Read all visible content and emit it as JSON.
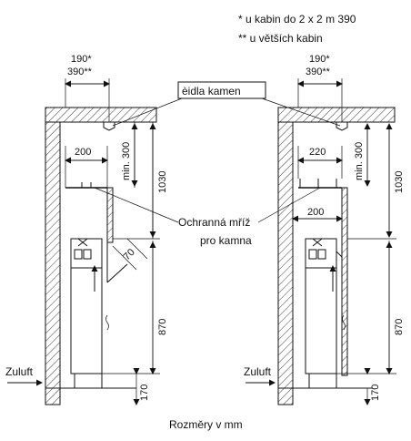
{
  "notes": {
    "star": "*  u kabin do 2 x 2 m 390",
    "double_star": "** u větších kabin"
  },
  "labels": {
    "sensor": "èidla kamen",
    "guard_line1": "Ochranná mříž",
    "guard_line2": "pro kamna",
    "inlet": "Zuluft",
    "caption": "Rozměry v mm"
  },
  "dimensions": {
    "sensor_offset_small": "190*",
    "sensor_offset_large": "390**",
    "min_top": "min. 300",
    "top_height": "1030",
    "bottom_height": "870",
    "floor_gap": "170",
    "left_depth": "200",
    "right_depth_top": "220",
    "right_depth_mid": "200",
    "guard_gap": "70"
  }
}
